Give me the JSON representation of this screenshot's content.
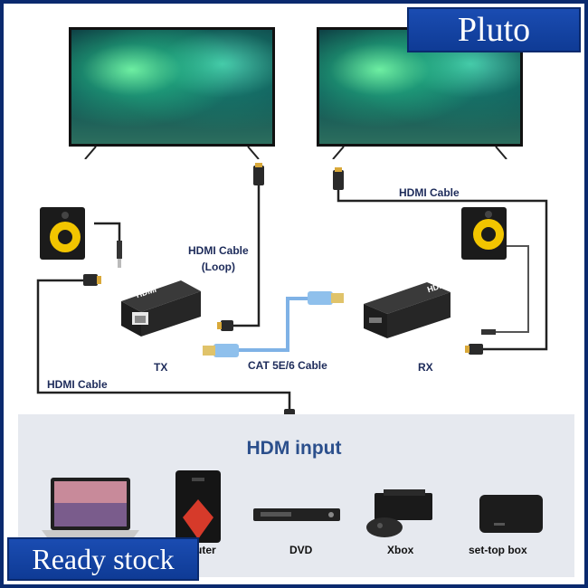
{
  "brand": "Pluto",
  "banner": "Ready stock",
  "diagram": {
    "hdmi_cable_loop_line1": "HDMI Cable",
    "hdmi_cable_loop_line2": "(Loop)",
    "hdmi_cable_right": "HDMI Cable",
    "hdmi_cable_left": "HDMI Cable",
    "tx_label": "TX",
    "rx_label": "RX",
    "cat_cable_label": "CAT 5E/6 Cable",
    "tx_device_text": "HDMI",
    "rx_device_text": "HDMI"
  },
  "input_section": {
    "title": "HDM input",
    "devices": [
      {
        "label": "uter"
      },
      {
        "label": "DVD"
      },
      {
        "label": "Xbox"
      },
      {
        "label": "set-top box"
      }
    ]
  },
  "colors": {
    "brand_blue": "#0e3a94",
    "cable_blue": "#7fb2e6",
    "speaker_yellow": "#f2c500"
  }
}
